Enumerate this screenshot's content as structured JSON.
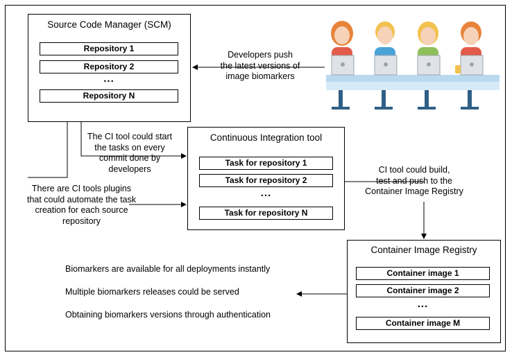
{
  "scm": {
    "title": "Source Code Manager (SCM)",
    "items": [
      "Repository 1",
      "Repository 2",
      "Repository N"
    ],
    "ellipsis": "..."
  },
  "ci": {
    "title": "Continuous Integration tool",
    "items": [
      "Task for repository 1",
      "Task for repository 2",
      "Task for repository N"
    ],
    "ellipsis": "..."
  },
  "registry": {
    "title": "Container Image Registry",
    "items": [
      "Container image 1",
      "Container image 2",
      "Container image M"
    ],
    "ellipsis": "..."
  },
  "labels": {
    "developers_push": [
      "Developers push",
      "the latest versions of",
      "image biomarkers"
    ],
    "ci_start": [
      "The CI tool could start",
      "the tasks on every",
      "commit done by",
      "developers"
    ],
    "ci_plugins": [
      "There are CI tools plugins",
      "that could automate the task",
      "creation for each source",
      "repository"
    ],
    "ci_build": [
      "CI tool could build,",
      "test and push to the",
      "Container Image Registry"
    ]
  },
  "benefits": [
    "Biomarkers are available for all deployments instantly",
    "Multiple biomarkers releases could be served",
    "Obtaining biomarkers versions through authentication"
  ],
  "colors": {
    "hair_orange": "#e8833a",
    "hair_blond": "#f2c14e",
    "skin": "#f6d2b8",
    "shirt_blue": "#4aa3d8",
    "shirt_red": "#e25b4b",
    "laptop": "#dfe3e8",
    "desk": "#b9d9ee",
    "chair": "#2f5f86"
  },
  "illustration": "developers-at-desk-icon"
}
